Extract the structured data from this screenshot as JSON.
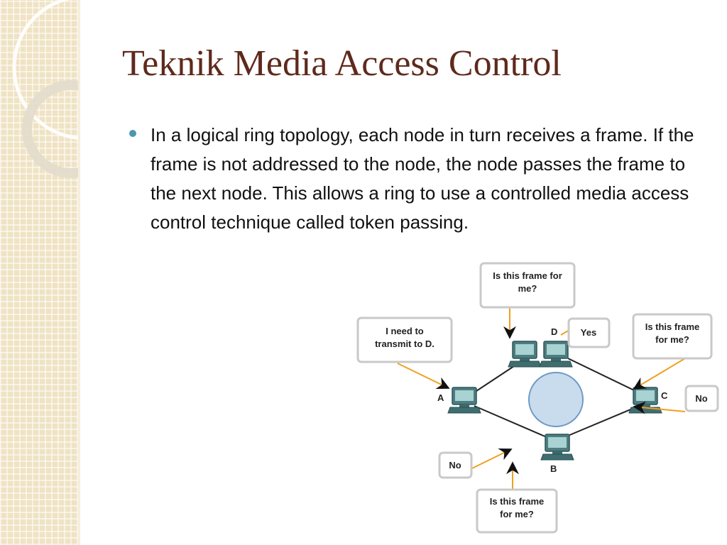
{
  "slide": {
    "title": "Teknik Media Access Control",
    "bullet": "In a logical ring topology, each node in turn receives a frame. If the frame is not addressed to the node, the node passes the frame to the next node. This allows a ring to use a controlled media access control technique called token passing."
  },
  "diagram": {
    "nodes": {
      "a": "A",
      "b": "B",
      "c": "C",
      "d": "D"
    },
    "callouts": {
      "a_line1": "I need to",
      "a_line2": "transmit to D.",
      "d_line1": "Is this frame for",
      "d_line2": "me?",
      "d_reply": "Yes",
      "c_line1": "Is this frame",
      "c_line2": "for me?",
      "c_reply": "No",
      "b_line1": "Is this frame",
      "b_line2": "for me?",
      "b_reply": "No"
    }
  },
  "colors": {
    "title": "#5e2a1c",
    "bullet": "#4a98ad",
    "arrow": "#f0a020",
    "ring": "#c9dcee"
  }
}
